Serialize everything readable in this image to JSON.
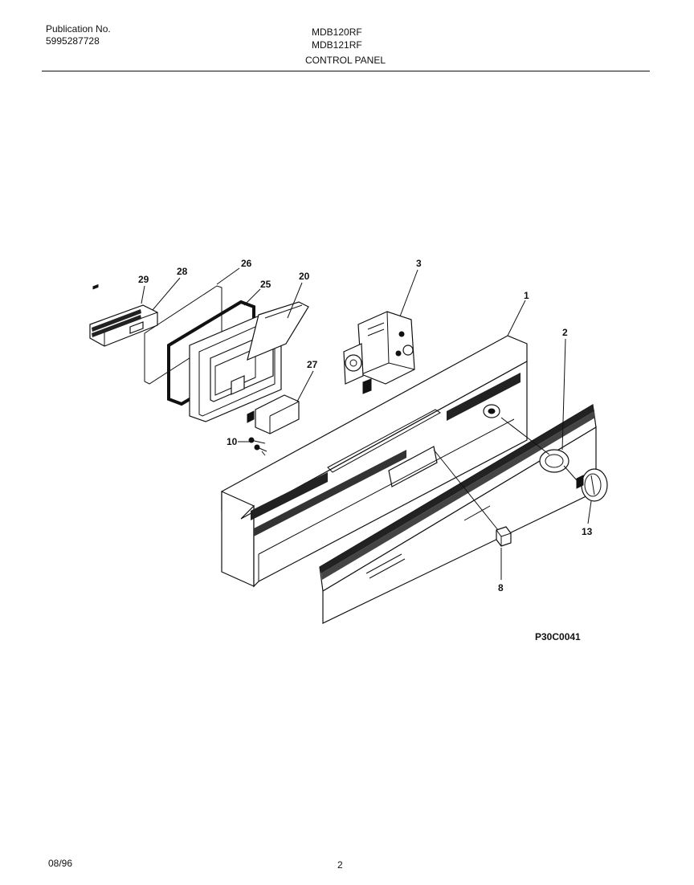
{
  "header": {
    "publication_label": "Publication No.",
    "publication_number": "5995287728",
    "model_1": "MDB120RF",
    "model_2": "MDB121RF",
    "section_title": "CONTROL PANEL"
  },
  "diagram": {
    "callouts": [
      "29",
      "28",
      "26",
      "25",
      "20",
      "3",
      "1",
      "2",
      "27",
      "10",
      "13",
      "8"
    ],
    "drawing_code": "P30C0041"
  },
  "footer": {
    "date": "08/96",
    "page_number": "2"
  }
}
